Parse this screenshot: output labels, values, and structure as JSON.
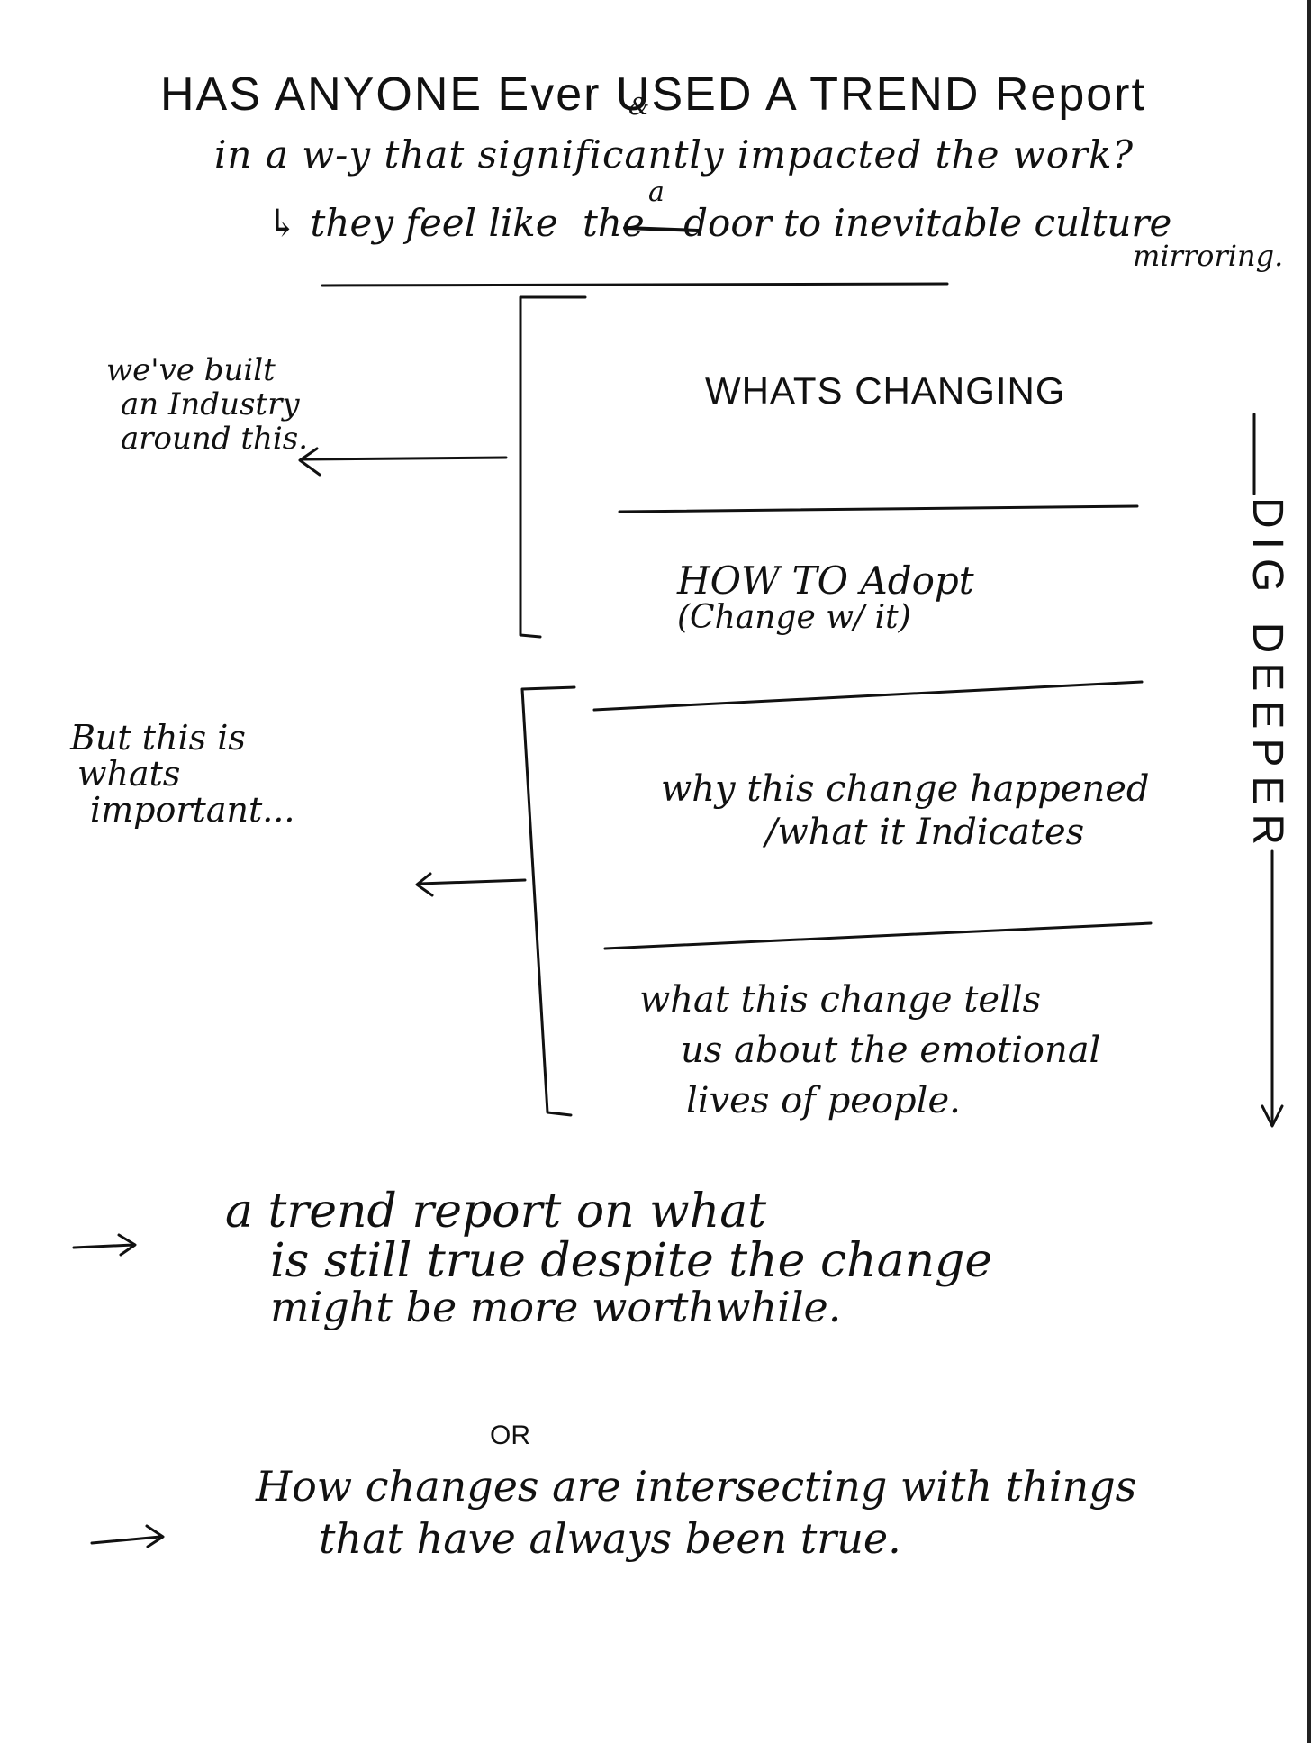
{
  "question": {
    "line1": "HAS ANYONE Ever USED A TREND Report",
    "line1_insert": "&",
    "line2": "in a w-y that significantly impacted the work?",
    "line3_prefix": "↳ they feel like",
    "line3_struck": "the",
    "line3_insert": "a",
    "line3_suffix": "door to inevitable culture",
    "line3_end": "mirroring."
  },
  "left_notes": {
    "top": [
      "we've built",
      "an Industry",
      "around this."
    ],
    "bottom": [
      "But this is",
      "whats",
      "important..."
    ]
  },
  "stack": {
    "items": [
      {
        "lines": [
          "WHATS CHANGING"
        ]
      },
      {
        "lines": [
          "HOW TO Adopt",
          "(Change w/ it)"
        ]
      },
      {
        "lines": [
          "why this change happened",
          "/what it Indicates"
        ]
      },
      {
        "lines": [
          "what this change tells",
          "us about the emotional",
          "lives of people."
        ]
      }
    ],
    "side_label": "DIG DEEPER"
  },
  "conclusions": {
    "first": [
      "a trend report on what",
      "is still true despite the change",
      "might be more worthwhile."
    ],
    "connector": "OR",
    "second": [
      "How changes are intersecting with things",
      "that have always been true."
    ]
  }
}
